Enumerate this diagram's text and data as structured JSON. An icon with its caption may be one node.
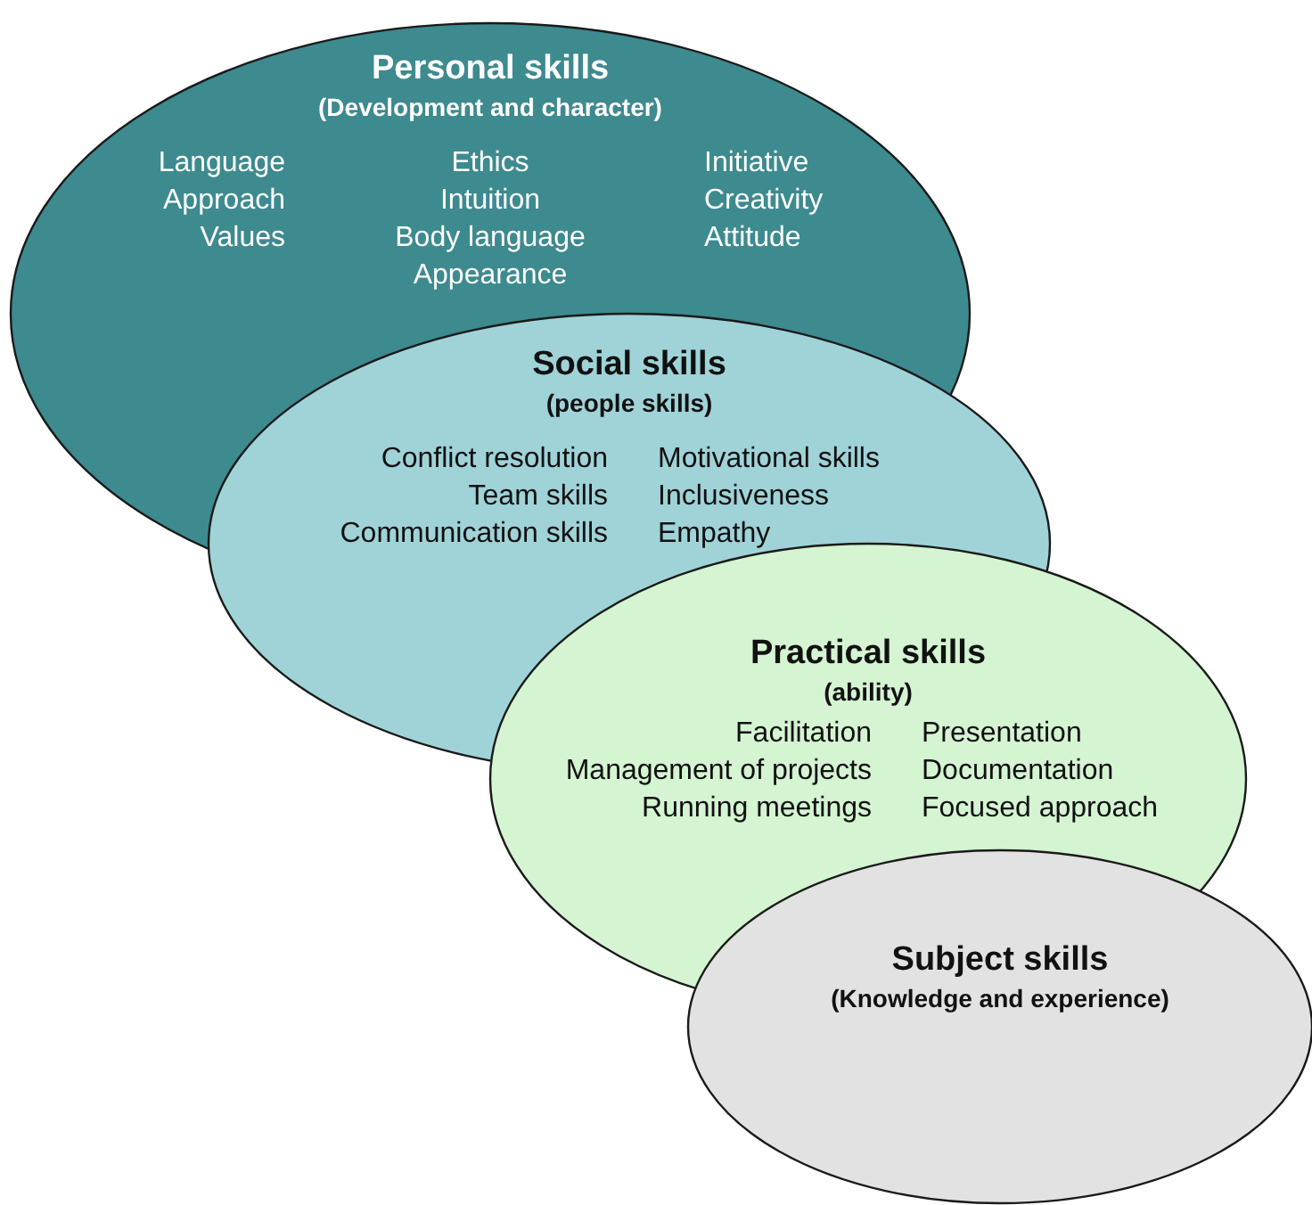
{
  "diagram": {
    "nodes": [
      {
        "text": [
          "Personal skills",
          "(Development and character)",
          "Language",
          "Approach",
          "Values",
          "Ethics",
          "Intuition",
          "Body language",
          "Appearance",
          "Initiative",
          "Creativity",
          "Attitude"
        ]
      },
      {
        "text": [
          "Social skills",
          "(people skills)",
          "Conflict resolution",
          "Team skills",
          "Communication skills",
          "Motivational skills",
          "Inclusiveness",
          "Empathy"
        ]
      },
      {
        "text": [
          "Practical skills",
          "(ability)",
          "Facilitation",
          "Management of projects",
          "Running meetings",
          "Presentation",
          "Documentation",
          "Focused approach"
        ]
      },
      {
        "text": [
          "Subject skills",
          "(Knowledge and experience)"
        ]
      }
    ]
  }
}
